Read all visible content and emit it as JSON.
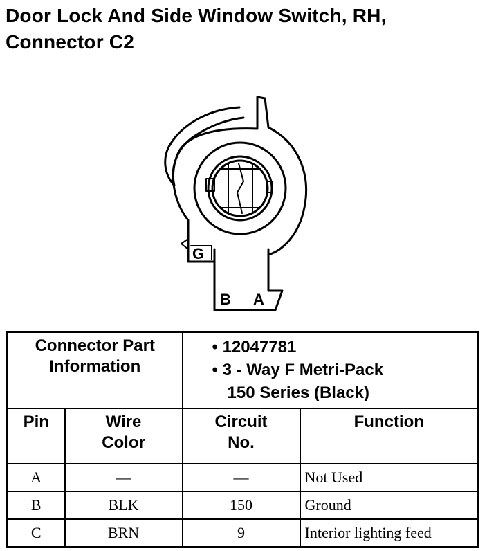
{
  "title": {
    "line1": "Door Lock And Side Window Switch, RH,",
    "line2": "Connector C2"
  },
  "diagram": {
    "pin_labels": [
      "G",
      "B",
      "A"
    ]
  },
  "table": {
    "info_label_line1": "Connector Part",
    "info_label_line2": "Information",
    "part_number": "• 12047781",
    "part_desc_line1": "• 3 - Way F Metri-Pack",
    "part_desc_line2": "150 Series (Black)",
    "headers": {
      "pin": "Pin",
      "wire_color_line1": "Wire",
      "wire_color_line2": "Color",
      "circuit_line1": "Circuit",
      "circuit_line2": "No.",
      "function": "Function"
    },
    "rows": [
      {
        "pin": "A",
        "wire_color": "—",
        "circuit": "—",
        "function": "Not Used"
      },
      {
        "pin": "B",
        "wire_color": "BLK",
        "circuit": "150",
        "function": "Ground"
      },
      {
        "pin": "C",
        "wire_color": "BRN",
        "circuit": "9",
        "function": "Interior lighting feed"
      }
    ]
  }
}
